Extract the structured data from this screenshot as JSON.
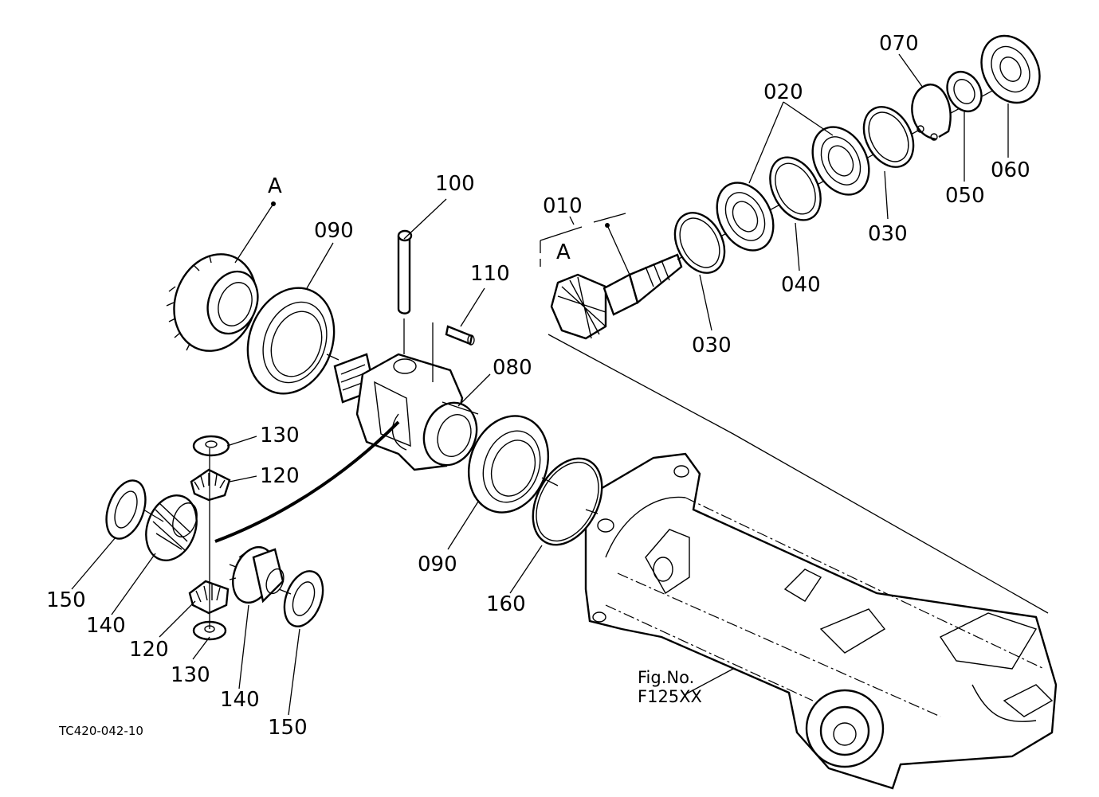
{
  "labels": {
    "l010": "010",
    "l020": "020",
    "l030a": "030",
    "l030b": "030",
    "l040": "040",
    "l050": "050",
    "l060": "060",
    "l070": "070",
    "l080": "080",
    "l090a": "090",
    "l090b": "090",
    "l100": "100",
    "l110": "110",
    "l120a": "120",
    "l120b": "120",
    "l130a": "130",
    "l130b": "130",
    "l140a": "140",
    "l140b": "140",
    "l150a": "150",
    "l150b": "150",
    "l160": "160",
    "refA1": "A",
    "refA2": "A"
  },
  "figref": {
    "line1": "Fig.No.",
    "line2": "F125XX"
  },
  "drawing_code": "TC420-042-10"
}
